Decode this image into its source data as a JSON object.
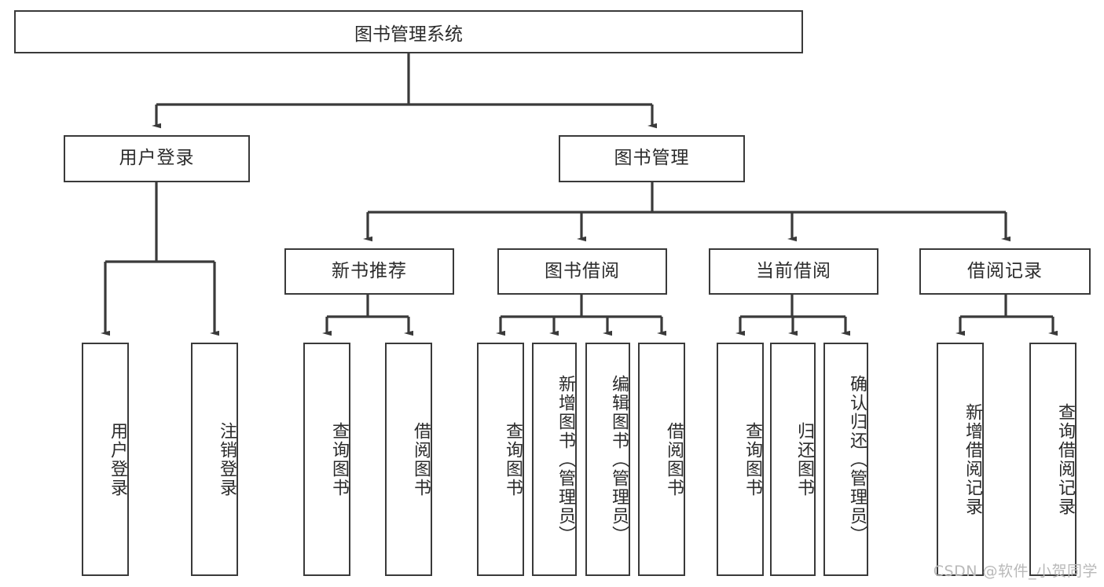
{
  "diagram": {
    "type": "tree-hierarchy",
    "title": "图书管理系统",
    "watermark": "CSDN @软件_小贺同学",
    "colors": {
      "box_border": "#3a3a3a",
      "box_fill": "#ffffff",
      "connector": "#3a3a3a",
      "text": "#2b2b2b",
      "watermark": "#b9b9b9"
    },
    "levels": {
      "root": {
        "label": "图书管理系统"
      },
      "level2": [
        {
          "id": "user-login",
          "label": "用户登录"
        },
        {
          "id": "book-manage",
          "label": "图书管理"
        }
      ],
      "level3": [
        {
          "id": "new-book-recommend",
          "label": "新书推荐",
          "parent": "book-manage"
        },
        {
          "id": "book-borrow",
          "label": "图书借阅",
          "parent": "book-manage"
        },
        {
          "id": "current-borrow",
          "label": "当前借阅",
          "parent": "book-manage"
        },
        {
          "id": "borrow-record",
          "label": "借阅记录",
          "parent": "book-manage"
        }
      ],
      "leaves": [
        {
          "id": "leaf-user-login",
          "label": "用户登录",
          "parent": "user-login"
        },
        {
          "id": "leaf-user-logout",
          "label": "注销登录",
          "parent": "user-login"
        },
        {
          "id": "leaf-query-book-1",
          "label": "查询图书",
          "parent": "new-book-recommend"
        },
        {
          "id": "leaf-borrow-book-1",
          "label": "借阅图书",
          "parent": "new-book-recommend"
        },
        {
          "id": "leaf-query-book-2",
          "label": "查询图书",
          "parent": "book-borrow"
        },
        {
          "id": "leaf-add-book",
          "label": "新增图书（管理员）",
          "parent": "book-borrow"
        },
        {
          "id": "leaf-edit-book",
          "label": "编辑图书（管理员）",
          "parent": "book-borrow"
        },
        {
          "id": "leaf-borrow-book-2",
          "label": "借阅图书",
          "parent": "book-borrow"
        },
        {
          "id": "leaf-query-book-3",
          "label": "查询图书",
          "parent": "current-borrow"
        },
        {
          "id": "leaf-return-book",
          "label": "归还图书",
          "parent": "current-borrow"
        },
        {
          "id": "leaf-confirm-return",
          "label": "确认归还（管理员）",
          "parent": "current-borrow"
        },
        {
          "id": "leaf-add-record",
          "label": "新增借阅记录",
          "parent": "borrow-record"
        },
        {
          "id": "leaf-query-record",
          "label": "查询借阅记录",
          "parent": "borrow-record"
        }
      ]
    }
  }
}
